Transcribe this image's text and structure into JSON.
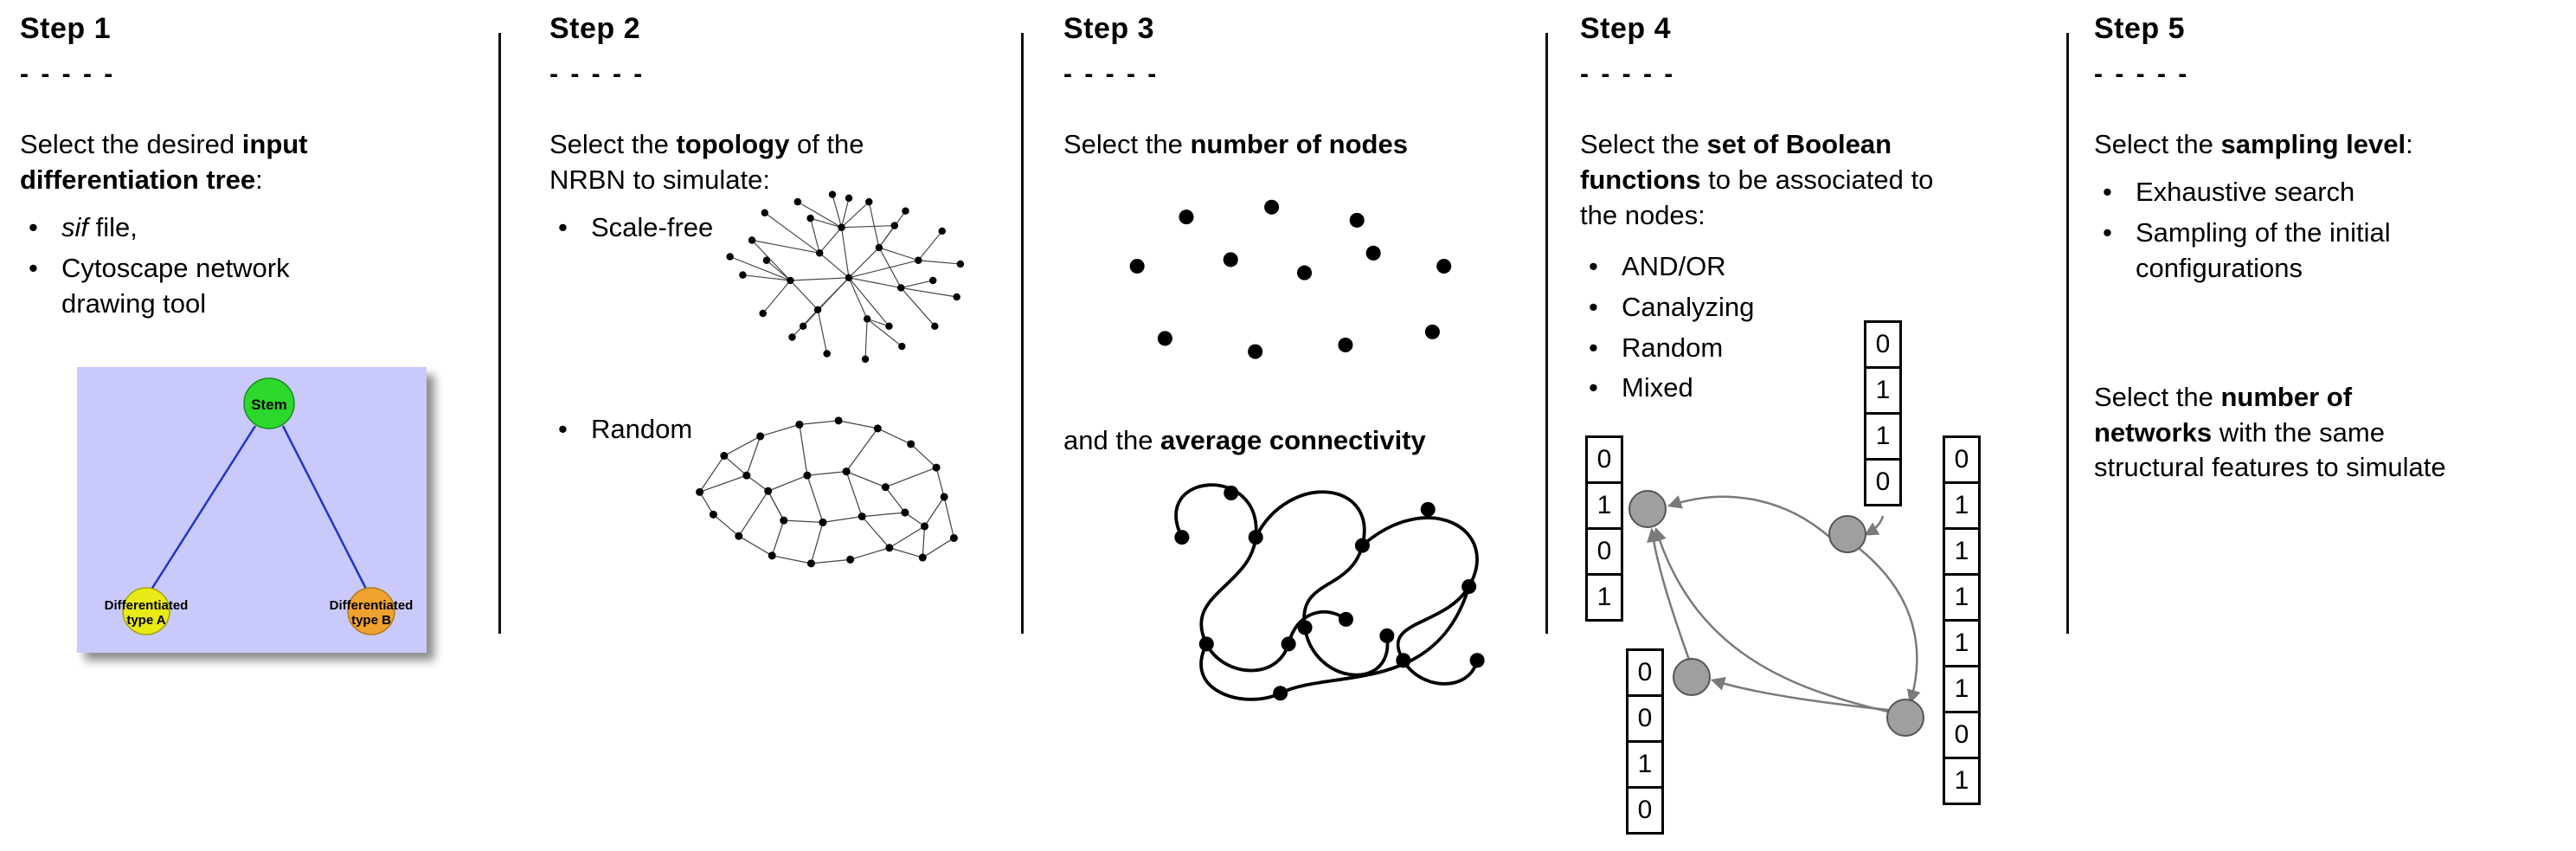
{
  "steps": [
    {
      "title": "Step 1",
      "dashes": "- - - - -",
      "intro": {
        "pre": "Select the desired ",
        "bold": "input\ndifferentiation tree",
        "post": ":"
      },
      "bullets": [
        {
          "italic": "sif",
          "text": " file,"
        },
        {
          "text": "Cytoscape network\ndrawing tool"
        }
      ],
      "tree": {
        "root_label": "Stem",
        "left_label": [
          "Differentiated",
          "type A"
        ],
        "right_label": [
          "Differentiated",
          "type B"
        ],
        "colors": {
          "background": "#c9c9fb",
          "root": "#2bd82b",
          "left": "#e9e917",
          "right": "#f0a22e",
          "edge": "#2233cc"
        }
      }
    },
    {
      "title": "Step 2",
      "dashes": "- - - - -",
      "intro": {
        "pre": "Select the ",
        "bold": "topology",
        "post": " of the\nNRBN to simulate:"
      },
      "bullets": [
        {
          "text": "Scale-free"
        },
        {
          "text": "Random"
        }
      ]
    },
    {
      "title": "Step 3",
      "dashes": "- - - - -",
      "intro": {
        "pre": "Select the ",
        "bold": "number of nodes",
        "post": ""
      },
      "second": {
        "pre": "and the ",
        "bold": "average connectivity",
        "post": ""
      }
    },
    {
      "title": "Step 4",
      "dashes": "- - - - -",
      "intro": {
        "pre": "Select the ",
        "bold": "set of Boolean\nfunctions",
        "post": " to be associated to\nthe nodes:"
      },
      "bullets": [
        {
          "text": "AND/OR"
        },
        {
          "text": "Canalyzing"
        },
        {
          "text": "Random"
        },
        {
          "text": "Mixed"
        }
      ],
      "tables": {
        "left": [
          "0",
          "1",
          "0",
          "1"
        ],
        "top": [
          "0",
          "1",
          "1",
          "0"
        ],
        "right": [
          "0",
          "1",
          "1",
          "1",
          "1",
          "1",
          "0",
          "1"
        ],
        "bottom": [
          "0",
          "0",
          "1",
          "0"
        ]
      }
    },
    {
      "title": "Step 5",
      "dashes": "- - - - -",
      "intro": {
        "pre": "Select the ",
        "bold": "sampling level",
        "post": ":"
      },
      "bullets": [
        {
          "text": "Exhaustive search"
        },
        {
          "text": "Sampling of the initial\nconfigurations"
        }
      ],
      "second": {
        "pre": "Select the ",
        "bold": "number of\nnetworks",
        "post": " with the same\nstructural features to simulate"
      }
    }
  ]
}
